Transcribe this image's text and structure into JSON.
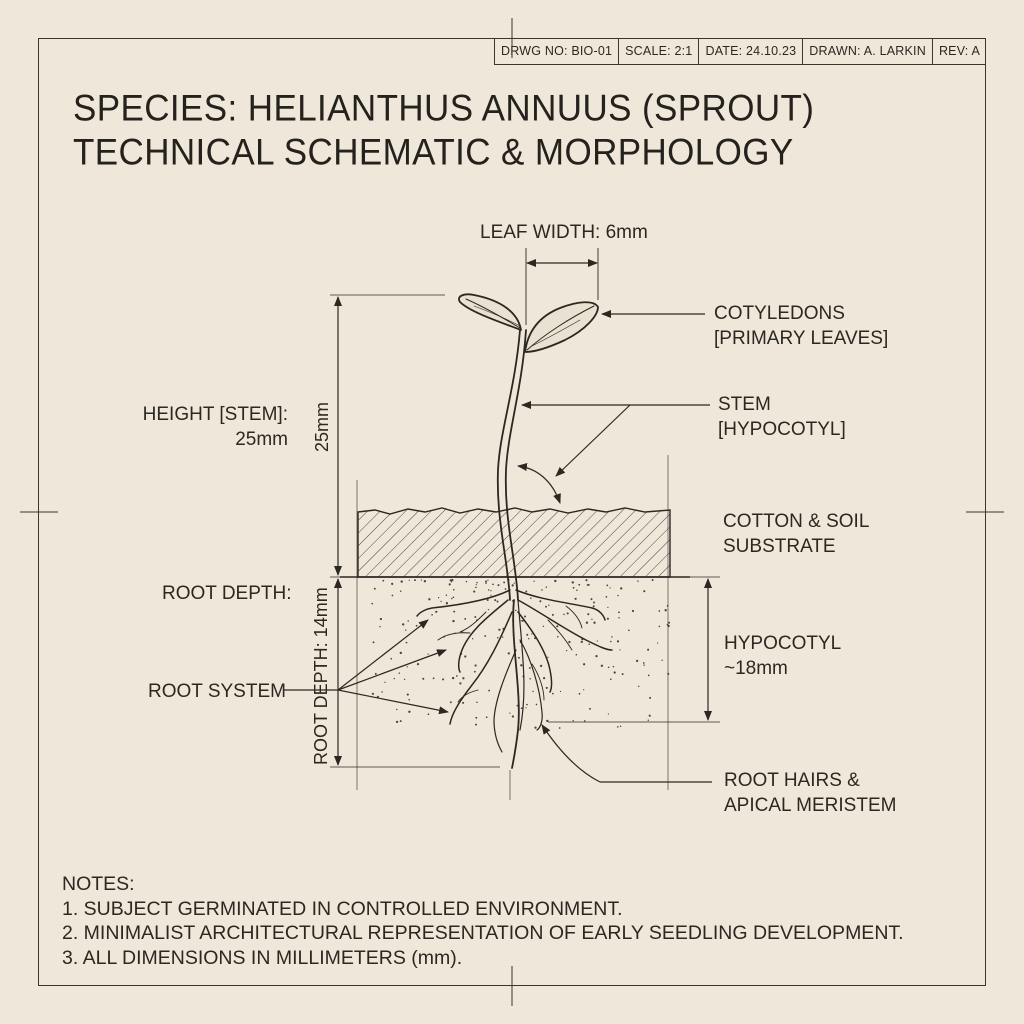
{
  "title_block": [
    {
      "id": "drawing-number",
      "text": "DRWG NO: BIO-01"
    },
    {
      "id": "scale",
      "text": "SCALE: 2:1"
    },
    {
      "id": "date",
      "text": "DATE: 24.10.23"
    },
    {
      "id": "drawn-by",
      "text": "DRAWN: A. LARKIN"
    },
    {
      "id": "revision",
      "text": "REV: A"
    }
  ],
  "header": {
    "title_line1": "SPECIES: HELIANTHUS ANNUUS (SPROUT)",
    "title_line2": "TECHNICAL SCHEMATIC & MORPHOLOGY"
  },
  "dimensions": {
    "leaf_width": "LEAF WIDTH: 6mm",
    "height_label": "HEIGHT [STEM]:",
    "height_value": "25mm",
    "height_vertical": "25mm",
    "root_depth_label": "ROOT DEPTH:",
    "root_depth_vertical": "ROOT DEPTH: 14mm"
  },
  "labels": {
    "cotyledons": [
      "COTYLEDONS",
      "[PRIMARY LEAVES]"
    ],
    "stem": [
      "STEM",
      "[HYPOCOTYL]"
    ],
    "substrate": [
      "COTTON & SOIL",
      "SUBSTRATE"
    ],
    "hypocotyl": [
      "HYPOCOTYL",
      "~18mm"
    ],
    "root_system": "ROOT SYSTEM",
    "root_hairs": [
      "ROOT HAIRS &",
      "APICAL MERISTEM"
    ]
  },
  "notes": {
    "heading": "NOTES:",
    "items": [
      "1. SUBJECT GERMINATED IN CONTROLLED ENVIRONMENT.",
      "2. MINIMALIST ARCHITECTURAL REPRESENTATION OF EARLY SEEDLING DEVELOPMENT.",
      "3. ALL DIMENSIONS IN MILLIMETERS (mm)."
    ]
  },
  "colors": {
    "paper": "#efe8da",
    "ink": "#2b2822"
  }
}
